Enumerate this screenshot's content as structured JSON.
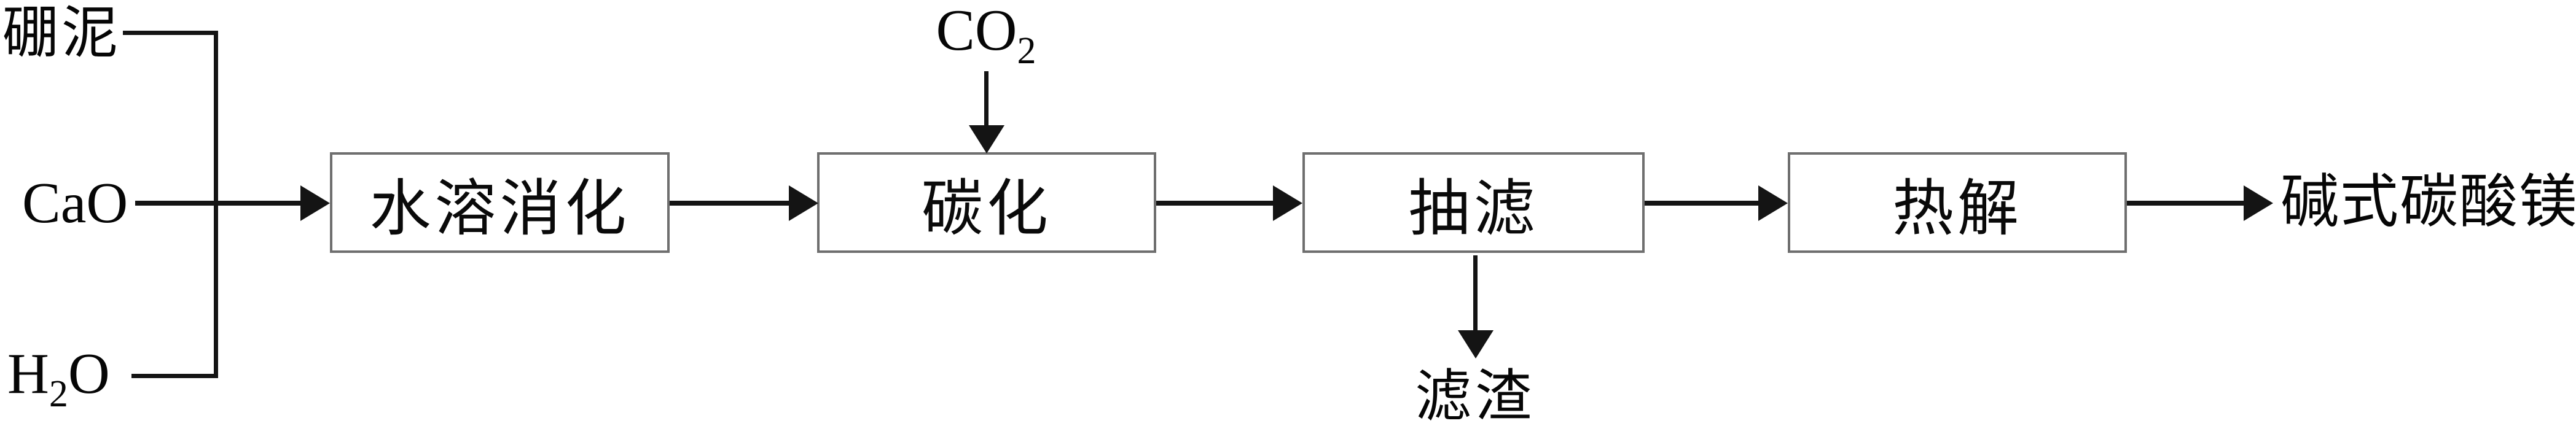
{
  "flowchart": {
    "title": "boron-mud to basic-magnesium-carbonate process flow",
    "inputs": {
      "boron_mud": "硼泥",
      "cao": "CaO",
      "h2o": {
        "base": "H",
        "sub": "2",
        "tail": "O"
      }
    },
    "co2_input": {
      "base": "CO",
      "sub": "2"
    },
    "steps": [
      {
        "label": "水溶消化"
      },
      {
        "label": "碳化"
      },
      {
        "label": "抽滤"
      },
      {
        "label": "热解"
      }
    ],
    "byproduct": {
      "label": "滤渣"
    },
    "product": {
      "label": "碱式碳酸镁"
    }
  },
  "colors": {
    "background": "#ffffff",
    "line": "#141414",
    "box_border": "#6f6f6f",
    "text": "#060606"
  }
}
